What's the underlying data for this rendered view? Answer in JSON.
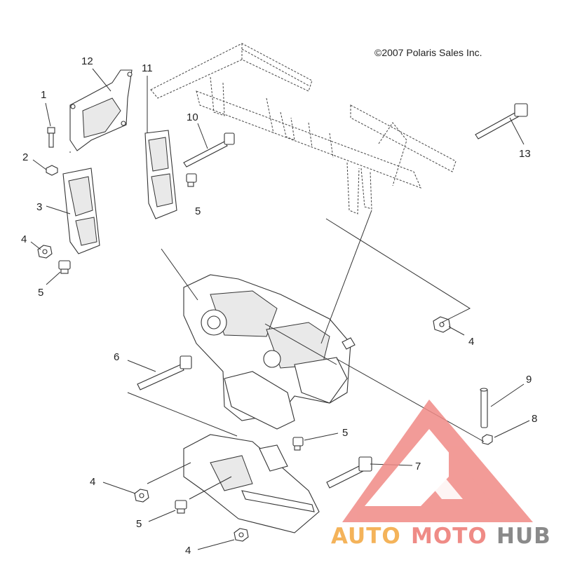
{
  "copyright": "©2007 Polaris Sales Inc.",
  "callouts": {
    "c1": "1",
    "c2": "2",
    "c3": "3",
    "c4a": "4",
    "c5a": "5",
    "c12": "12",
    "c11": "11",
    "c10": "10",
    "c5b": "5",
    "c13": "13",
    "c4b": "4",
    "c6": "6",
    "c9": "9",
    "c8": "8",
    "c5c": "5",
    "c7": "7",
    "c4c": "4",
    "c5d": "5",
    "c4d": "4"
  },
  "watermark": {
    "auto": "AUTO",
    "moto": "MOTO",
    "hub": "HUB",
    "colors": {
      "auto": "#f4b35a",
      "moto": "#ef8b86",
      "hub": "#8a8a8a",
      "logo": "#f08a86"
    }
  }
}
